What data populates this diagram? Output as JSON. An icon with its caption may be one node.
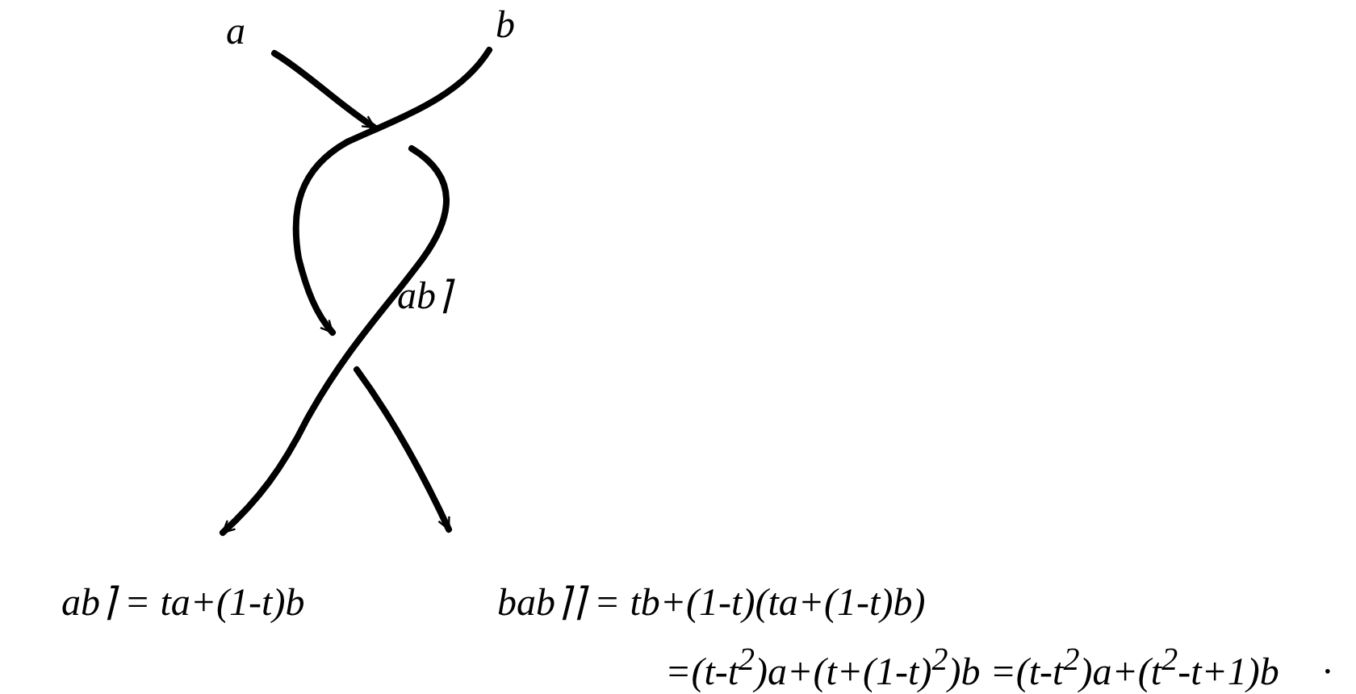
{
  "diagram": {
    "labels": [
      "a",
      "b",
      "ab⌉",
      "ab⌉ = ta+(1-t)b",
      "bab⌉⌉ = tb+(1-t)(ta+(1-t)b)",
      "=(t-t$^{2}$)a+(t+(1-t)$^{2}$)b =(t-t$^{2}$)a+(t$^{2}$-t+1)b",
      "."
    ]
  }
}
